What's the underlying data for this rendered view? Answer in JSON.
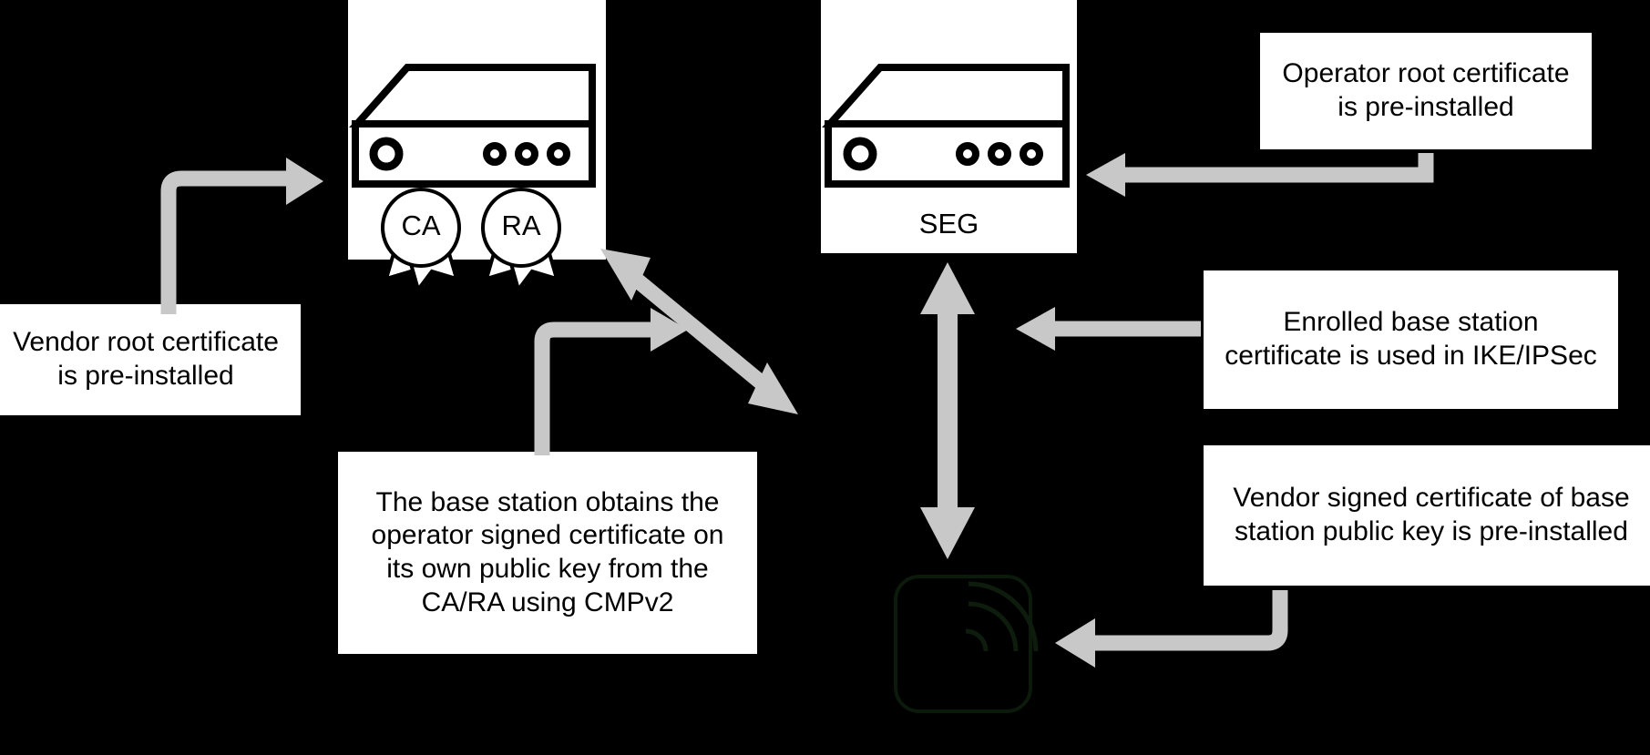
{
  "meta": {
    "title": "Base station certificate enrolment architecture",
    "background_color": "#000000",
    "panel_color": "#ffffff",
    "arrow_color": "#c8c8c8",
    "stroke_color": "#000000"
  },
  "nodes": {
    "base_station": {
      "label": "",
      "icon": "server-icon",
      "badges": [
        {
          "label": "CA",
          "icon": "certificate-badge-icon"
        },
        {
          "label": "RA",
          "icon": "certificate-badge-icon"
        }
      ]
    },
    "seg": {
      "label": "SEG",
      "icon": "server-icon"
    },
    "remote_base_station": {
      "label": "",
      "icon": "wireless-base-station-icon"
    }
  },
  "notes": [
    {
      "id": "vendor-root-note",
      "lines": [
        "Vendor root certificate",
        "is pre-installed"
      ]
    },
    {
      "id": "operator-root-note",
      "lines": [
        "Operator root certificate",
        "is pre-installed"
      ]
    },
    {
      "id": "cmpv2-note",
      "lines": [
        "The base station obtains the",
        "operator signed certificate on",
        "its own public key from the",
        "CA/RA using CMPv2"
      ]
    },
    {
      "id": "enrolled-cert-note",
      "lines": [
        "Enrolled base station",
        "certificate is used in IKE/IPSec"
      ]
    },
    {
      "id": "vendor-signed-note",
      "lines": [
        "Vendor signed certificate of base",
        "station public key is pre-installed"
      ]
    }
  ],
  "connectors": [
    {
      "id": "vendor-root-to-base-station",
      "style": "elbow",
      "heads": "single",
      "direction": "up-right"
    },
    {
      "id": "operator-root-to-seg",
      "style": "elbow",
      "heads": "single",
      "direction": "left"
    },
    {
      "id": "cmpv2-to-link",
      "style": "elbow",
      "heads": "single",
      "direction": "up-right"
    },
    {
      "id": "base-station-to-seg-diagonal",
      "style": "straight",
      "heads": "double",
      "direction": "diagonal"
    },
    {
      "id": "seg-to-remote-base-station",
      "style": "straight",
      "heads": "double",
      "direction": "vertical"
    },
    {
      "id": "enrolled-cert-to-link",
      "style": "straight",
      "heads": "single",
      "direction": "left"
    },
    {
      "id": "vendor-signed-to-remote-base-station",
      "style": "elbow",
      "heads": "single",
      "direction": "left"
    }
  ]
}
